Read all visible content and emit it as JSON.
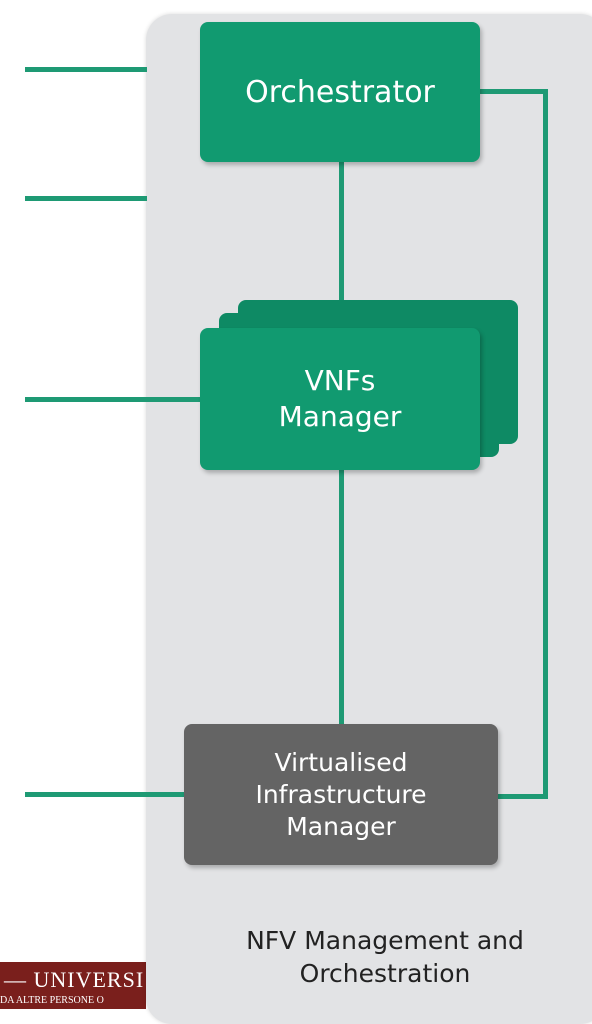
{
  "diagram": {
    "orchestrator_label": "Orchestrator",
    "vnfs_manager_label_line1": "VNFs",
    "vnfs_manager_label_line2": "Manager",
    "vim_label_line1": "Virtualised",
    "vim_label_line2": "Infrastructure",
    "vim_label_line3": "Manager",
    "panel_caption_line1": "NFV Management and",
    "panel_caption_line2": "Orchestration",
    "colors": {
      "component_green": "#119a70",
      "connector_green": "#1e9a74",
      "vim_gray": "#646464",
      "panel_gray": "#e2e3e5"
    }
  },
  "footer_logo": {
    "text": "UNIVERSI",
    "subtext": "DA ALTRE PERSONE O"
  }
}
